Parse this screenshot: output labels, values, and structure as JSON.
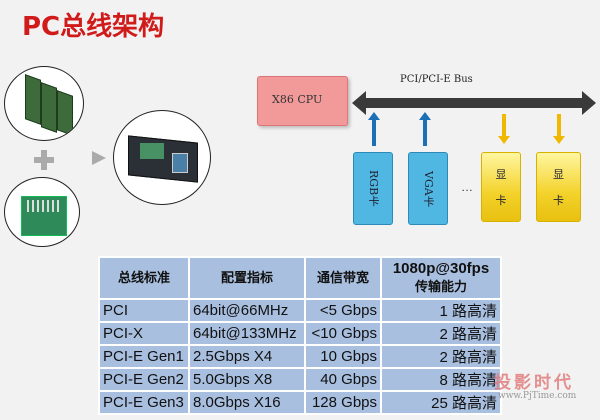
{
  "title": "PC总线架构",
  "diagram": {
    "cpu": "X86 CPU",
    "bus": "PCI/PCI-E Bus",
    "cards": [
      "RGB卡",
      "VGA卡"
    ],
    "ellipsis": "…",
    "gpu_cards": [
      [
        "显",
        "卡"
      ],
      [
        "显",
        "卡"
      ]
    ]
  },
  "table": {
    "headers": [
      "总线标准",
      "配置指标",
      "通信带宽",
      "1080p@30fps",
      "传输能力"
    ],
    "rows": [
      [
        "PCI",
        "64bit@66MHz",
        "<5 Gbps",
        "1 路高清"
      ],
      [
        "PCI-X",
        "64bit@133MHz",
        "<10 Gbps",
        "2 路高清"
      ],
      [
        "PCI-E Gen1",
        "2.5Gbps X4",
        "10 Gbps",
        "2 路高清"
      ],
      [
        "PCI-E Gen2",
        "5.0Gbps X8",
        "40 Gbps",
        "8 路高清"
      ],
      [
        "PCI-E Gen3",
        "8.0Gbps X16",
        "128 Gbps",
        "25 路高清"
      ]
    ]
  },
  "watermark": {
    "name": "投影时代",
    "url": "www.PjTime.com"
  },
  "colors": {
    "title": "#d11a1a",
    "cpu": "#f29a9a",
    "blue_card": "#4fb7e2",
    "gold_card": "#f3d22a",
    "table_cell": "#a9bfe0"
  }
}
